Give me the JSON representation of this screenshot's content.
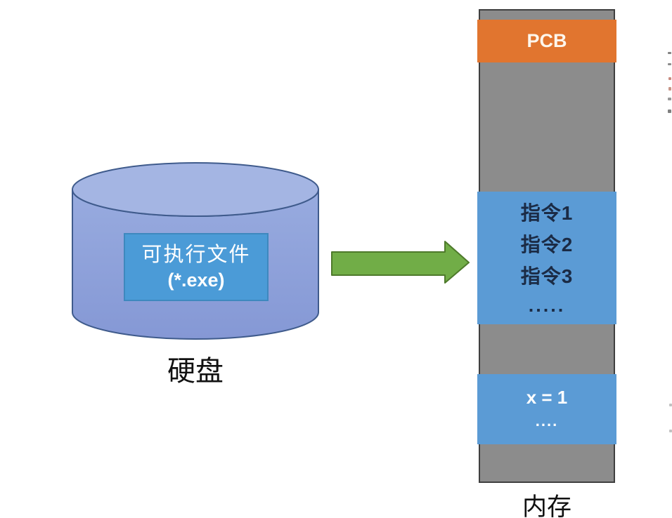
{
  "diagram": {
    "disk": {
      "label": "硬盘",
      "file_box": {
        "line1": "可执行文件",
        "line2": "(*.exe)"
      }
    },
    "arrow": {
      "icon": "right-block-arrow"
    },
    "memory": {
      "label": "内存",
      "pcb": {
        "label": "PCB"
      },
      "code_block": {
        "line1": "指令1",
        "line2": "指令2",
        "line3": "指令3",
        "dots": "....."
      },
      "data_block": {
        "line1": "x = 1",
        "dots": "...."
      }
    },
    "colors": {
      "background": "#FFFFFF",
      "memory_gray": "#8C8C8C",
      "memory_border": "#3F3F3F",
      "pcb_orange": "#E1752F",
      "block_blue": "#5B9BD5",
      "code_text": "#1B2B45",
      "disk_body": "#8FA2DB",
      "disk_top": "#A4B5E3",
      "disk_border": "#3F5B8C",
      "file_box_fill": "#4B9BD7",
      "file_box_border": "#3E88BE",
      "arrow_green": "#71AD47",
      "arrow_border": "#4E7A2B"
    }
  }
}
